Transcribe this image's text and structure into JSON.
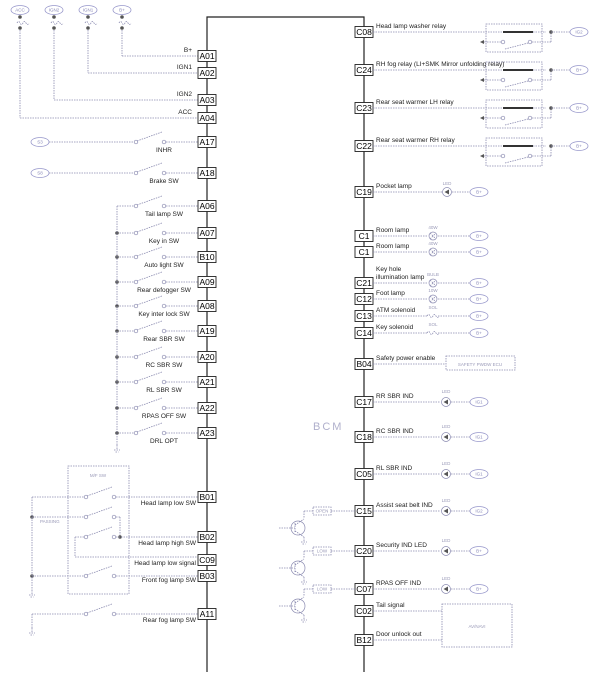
{
  "module": {
    "name": "BCM"
  },
  "power_sources": [
    {
      "label": "ACC",
      "pin": "A04",
      "signal": "ACC"
    },
    {
      "label": "IGN2",
      "pin": "A03",
      "signal": "IGN2"
    },
    {
      "label": "IGN1",
      "pin": "A02",
      "signal": "IGN1"
    },
    {
      "label": "B+",
      "pin": "A01",
      "signal": "B+"
    }
  ],
  "left_pins": [
    {
      "pin": "A17",
      "label": "INHR",
      "source": "S3"
    },
    {
      "pin": "A18",
      "label": "Brake SW",
      "source": "S8"
    },
    {
      "pin": "A06",
      "label": "Tail lamp SW"
    },
    {
      "pin": "A07",
      "label": "Key in SW"
    },
    {
      "pin": "B10",
      "label": "Auto light SW"
    },
    {
      "pin": "A09",
      "label": "Rear defogger SW"
    },
    {
      "pin": "A08",
      "label": "Key inter lock SW"
    },
    {
      "pin": "A19",
      "label": "Rear SBR SW"
    },
    {
      "pin": "A20",
      "label": "RC SBR SW"
    },
    {
      "pin": "A21",
      "label": "RL SBR SW"
    },
    {
      "pin": "A22",
      "label": "RPAS OFF SW"
    },
    {
      "pin": "A23",
      "label": "DRL OPT"
    }
  ],
  "multi_switch": {
    "title": "M/F SW",
    "passing_label": "PASSING",
    "pins": [
      {
        "pin": "B01",
        "label": "Head lamp low SW"
      },
      {
        "pin": "B02",
        "label": "Head lamp high SW"
      },
      {
        "pin": "C09",
        "label": "Head lamp low signal"
      },
      {
        "pin": "B03",
        "label": "Front fog lamp SW"
      }
    ]
  },
  "rear_fog": {
    "pin": "A11",
    "label": "Rear fog lamp SW"
  },
  "relays": [
    {
      "pin": "C08",
      "label": "Head lamp washer relay",
      "source": "IG2"
    },
    {
      "pin": "C24",
      "label": "RH fog relay (LI+SMK Mirror unfolding relay)",
      "source": "B+"
    },
    {
      "pin": "C23",
      "label": "Rear seat warmer LH relay",
      "source": "B+"
    },
    {
      "pin": "C22",
      "label": "Rear seat warmer RH relay",
      "source": "B+"
    }
  ],
  "loads": [
    {
      "pin": "C19",
      "label": "Pocket lamp",
      "device": "LED",
      "source": "B+"
    },
    {
      "pin": "C1",
      "label": "Room lamp",
      "device": "40W",
      "source": "B+"
    },
    {
      "pin": "C1",
      "label": "Room lamp",
      "device": "40W",
      "source": "B+"
    },
    {
      "pin": "C21",
      "label": "Key hole illumination lamp",
      "device": "BULB",
      "source": "B+"
    },
    {
      "pin": "C12",
      "label": "Foot lamp",
      "device": "10W",
      "source": "B+"
    },
    {
      "pin": "C13",
      "label": "ATM solenoid",
      "device": "SOL",
      "source": "B+"
    },
    {
      "pin": "C14",
      "label": "Key solenoid",
      "device": "SOL",
      "source": "B+"
    }
  ],
  "safety": {
    "pin": "B04",
    "label": "Safety power enable",
    "target": "SAFETY PWDW ECU"
  },
  "indicators": [
    {
      "pin": "C17",
      "label": "RR SBR IND",
      "device": "LED",
      "source": "IG1"
    },
    {
      "pin": "C18",
      "label": "RC SBR IND",
      "device": "LED",
      "source": "IG1"
    },
    {
      "pin": "C05",
      "label": "RL SBR IND",
      "device": "LED",
      "source": "IG1"
    },
    {
      "pin": "C15",
      "label": "Assist seat belt IND",
      "device": "LED",
      "source": "IG2",
      "driver": "OPEN"
    },
    {
      "pin": "C20",
      "label": "Security IND LED",
      "device": "LED",
      "source": "B+",
      "driver": "LOW"
    },
    {
      "pin": "C07",
      "label": "RPAS OFF IND",
      "device": "LED",
      "source": "B+",
      "driver": "LOW"
    }
  ],
  "av": {
    "target": "AV/NAVI",
    "pins": [
      {
        "pin": "C02",
        "label": "Tail signal"
      },
      {
        "pin": "B12",
        "label": "Door unlock out"
      }
    ]
  }
}
